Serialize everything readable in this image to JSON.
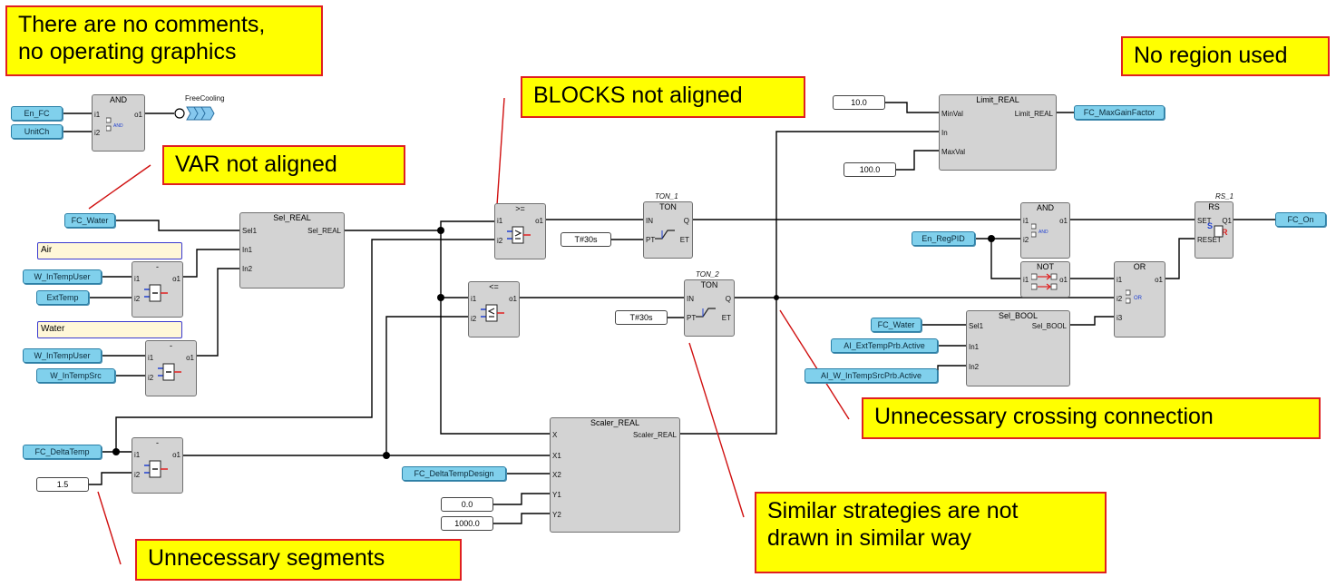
{
  "annotations": {
    "no_comments": "There are no comments,\nno operating graphics",
    "no_region": "No region used",
    "blocks_not_aligned": "BLOCKS not aligned",
    "var_not_aligned": "VAR not aligned",
    "crossing": "Unnecessary crossing connection",
    "similar": "Similar strategies are not\ndrawn in similar way",
    "segments": "Unnecessary segments"
  },
  "variables": {
    "en_fc": "En_FC",
    "unitch": "UnitCh",
    "freecooling": "FreeCooling",
    "fc_water": "FC_Water",
    "air": "Air",
    "w_intempuser_1": "W_InTempUser",
    "exttemp": "ExtTemp",
    "water": "Water",
    "w_intempuser_2": "W_InTempUser",
    "w_intempsrc": "W_InTempSrc",
    "fc_deltatemp": "FC_DeltaTemp",
    "c_1_5": "1.5",
    "fc_deltatempdesign": "FC_DeltaTempDesign",
    "c_0_0": "0.0",
    "c_1000": "1000.0",
    "t30s_1": "T#30s",
    "t30s_2": "T#30s",
    "c_10": "10.0",
    "c_100": "100.0",
    "fc_maxgainfactor": "FC_MaxGainFactor",
    "en_regpid": "En_RegPID",
    "fc_water_2": "FC_Water",
    "ai_exttemp": "AI_ExtTempPrb.Active",
    "ai_w_intempsrc": "AI_W_InTempSrcPrb.Active",
    "fc_on": "FC_On"
  },
  "blocks": {
    "and1": {
      "title": "AND",
      "in1": "i1",
      "in2": "i2",
      "out": "o1"
    },
    "sel_real": {
      "title": "Sel_REAL",
      "in1": "Sel1",
      "in2": "In1",
      "in3": "In2",
      "out": "Sel_REAL"
    },
    "sub1": {
      "title": "-",
      "in1": "i1",
      "in2": "i2",
      "out": "o1"
    },
    "sub2": {
      "title": "-",
      "in1": "i1",
      "in2": "i2",
      "out": "o1"
    },
    "sub3": {
      "title": "-",
      "in1": "i1",
      "in2": "i2",
      "out": "o1"
    },
    "ge": {
      "title": ">=",
      "in1": "i1",
      "in2": "i2",
      "out": "o1"
    },
    "le": {
      "title": "<=",
      "in1": "i1",
      "in2": "i2",
      "out": "o1"
    },
    "ton1": {
      "instance": "TON_1",
      "title": "TON",
      "in1": "IN",
      "in2": "PT",
      "out1": "Q",
      "out2": "ET"
    },
    "ton2": {
      "instance": "TON_2",
      "title": "TON",
      "in1": "IN",
      "in2": "PT",
      "out1": "Q",
      "out2": "ET"
    },
    "scaler": {
      "title": "Scaler_REAL",
      "in1": "X",
      "in2": "X1",
      "in3": "X2",
      "in4": "Y1",
      "in5": "Y2",
      "out": "Scaler_REAL"
    },
    "limit": {
      "title": "Limit_REAL",
      "in1": "MinVal",
      "in2": "In",
      "in3": "MaxVal",
      "out": "Limit_REAL"
    },
    "and2": {
      "title": "AND",
      "in1": "i1",
      "in2": "i2",
      "out": "o1"
    },
    "not": {
      "title": "NOT",
      "in1": "i1",
      "out": "o1"
    },
    "or": {
      "title": "OR",
      "in1": "i1",
      "in2": "i2",
      "in3": "i3",
      "out": "o1"
    },
    "sel_bool": {
      "title": "Sel_BOOL",
      "in1": "Sel1",
      "in2": "In1",
      "in3": "In2",
      "out": "Sel_BOOL"
    },
    "rs": {
      "instance": "RS_1",
      "title": "RS",
      "in1": "SET",
      "in2": "RESET",
      "out": "Q1",
      "s": "S",
      "r": "R"
    }
  },
  "symbols": {
    "and": "AND",
    "or": "OR"
  },
  "colors": {
    "annotation_bg": "#ffff00",
    "annotation_border": "#e02020",
    "variable": "#80d0ec",
    "block": "#d3d3d3",
    "leader": "#d01010"
  }
}
